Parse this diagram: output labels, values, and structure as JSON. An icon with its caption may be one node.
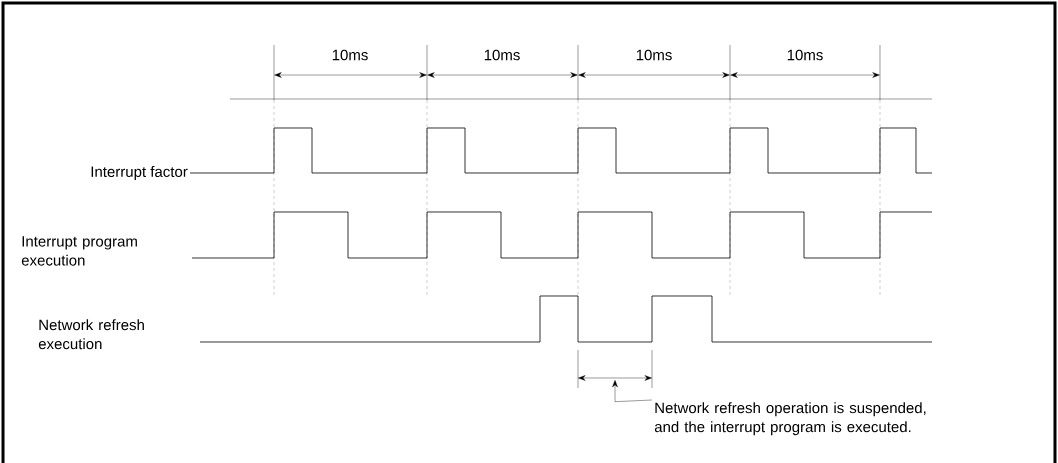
{
  "diagram": {
    "nodes": [
      {
        "text": [
          "Network refresh operation is suspended, and the interrupt program is executed."
        ]
      },
      {
        "text": [],
        "shape": "bar"
      }
    ],
    "edges": [
      {
        "from": 0,
        "to": 1,
        "arrow": "to"
      }
    ],
    "labels": [
      "10ms",
      "10ms",
      "10ms",
      "10ms",
      "Interrupt factor",
      "Interrupt program execution",
      "Network refresh execution"
    ]
  }
}
